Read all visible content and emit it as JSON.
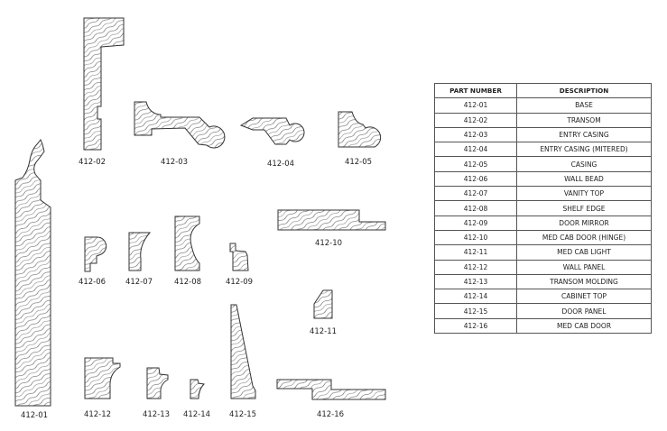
{
  "labels": {
    "p01": "412-01",
    "p02": "412-02",
    "p03": "412-03",
    "p04": "412-04",
    "p05": "412-05",
    "p06": "412-06",
    "p07": "412-07",
    "p08": "412-08",
    "p09": "412-09",
    "p10": "412-10",
    "p11": "412-11",
    "p12": "412-12",
    "p13": "412-13",
    "p14": "412-14",
    "p15": "412-15",
    "p16": "412-16"
  },
  "table": {
    "headers": [
      "PART NUMBER",
      "DESCRIPTION"
    ],
    "rows": [
      [
        "412-01",
        "BASE"
      ],
      [
        "412-02",
        "TRANSOM"
      ],
      [
        "412-03",
        "ENTRY CASING"
      ],
      [
        "412-04",
        "ENTRY CASING (MITERED)"
      ],
      [
        "412-05",
        "CASING"
      ],
      [
        "412-06",
        "WALL BEAD"
      ],
      [
        "412-07",
        "VANITY TOP"
      ],
      [
        "412-08",
        "SHELF EDGE"
      ],
      [
        "412-09",
        "DOOR MIRROR"
      ],
      [
        "412-10",
        "MED CAB DOOR (HINGE)"
      ],
      [
        "412-11",
        "MED CAB LIGHT"
      ],
      [
        "412-12",
        "WALL PANEL"
      ],
      [
        "412-13",
        "TRANSOM MOLDING"
      ],
      [
        "412-14",
        "CABINET TOP"
      ],
      [
        "412-15",
        "DOOR PANEL"
      ],
      [
        "412-16",
        "MED CAB DOOR"
      ]
    ]
  }
}
